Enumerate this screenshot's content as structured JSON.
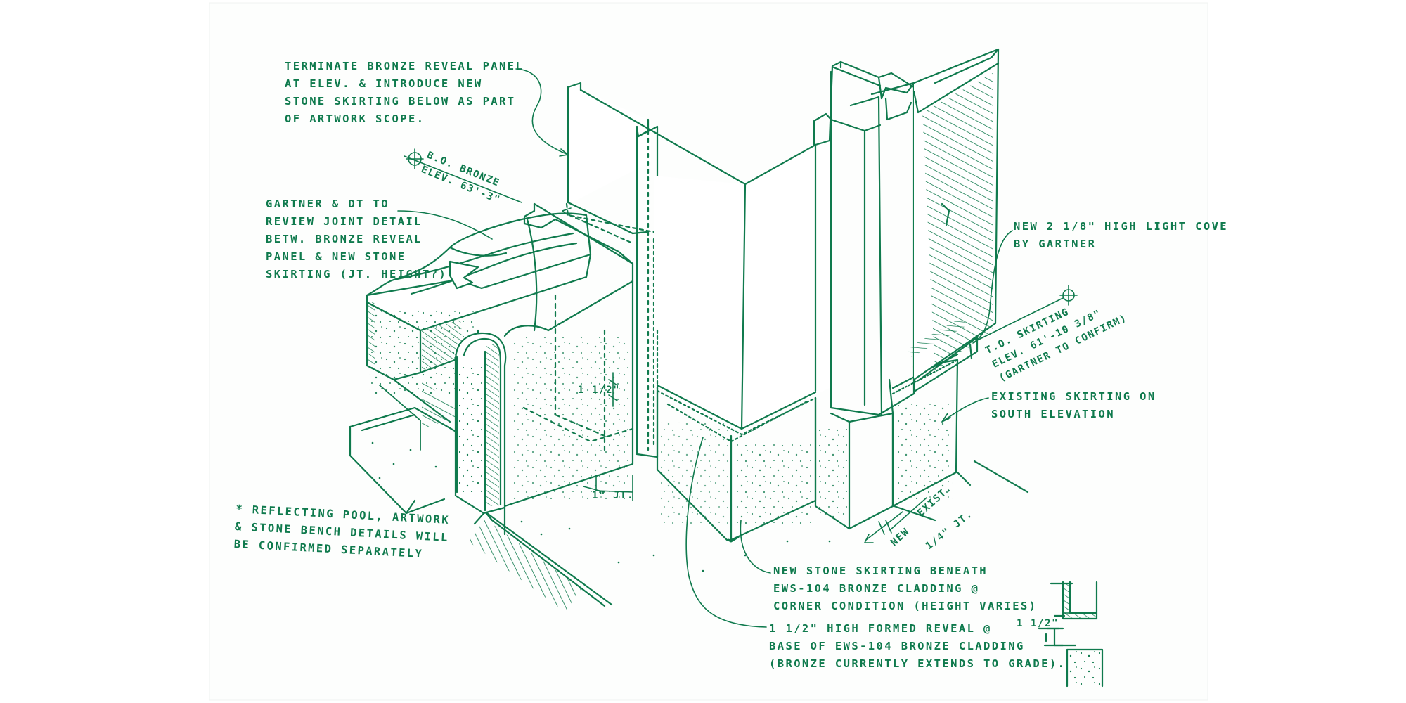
{
  "colors": {
    "ink": "#0f7a4d",
    "paper": "#ffffff",
    "sheet": "#fdfefd"
  },
  "notes": {
    "terminate": [
      "TERMINATE BRONZE REVEAL PANEL",
      "AT ELEV.        & INTRODUCE NEW",
      "STONE SKIRTING BELOW AS PART",
      "OF ARTWORK SCOPE."
    ],
    "bo_bronze": [
      "B.O. BRONZE",
      "ELEV. 63'-3\""
    ],
    "gartner_review": [
      "GARTNER & DT TO",
      "REVIEW JOINT DETAIL",
      "BETW. BRONZE REVEAL",
      "PANEL & NEW STONE",
      "SKIRTING (JT. HEIGHT?)"
    ],
    "light_cove": [
      "NEW 2 1/8\" HIGH LIGHT COVE",
      "BY GARTNER"
    ],
    "to_skirting": [
      "T.O. SKIRTING",
      "ELEV. 61'-10 3/8\"",
      "(GARTNER TO CONFIRM)"
    ],
    "existing_skirting": [
      "EXISTING SKIRTING ON",
      "SOUTH ELEVATION"
    ],
    "reflecting_pool": [
      "* REFLECTING POOL, ARTWORK",
      "& STONE BENCH DETAILS WILL",
      "BE CONFIRMED SEPARATELY"
    ],
    "new_stone": [
      "NEW STONE SKIRTING BENEATH",
      "EWS-104 BRONZE CLADDING @",
      "CORNER CONDITION (HEIGHT VARIES)"
    ],
    "formed_reveal": [
      "1 1/2\" HIGH FORMED REVEAL @",
      "BASE OF EWS-104 BRONZE CLADDING",
      "(BRONZE CURRENTLY EXTENDS TO GRADE)."
    ],
    "dim_reveal": "1 1/2\"",
    "dim_joint": "1\" JT.",
    "dim_new": "NEW",
    "dim_exist": "EXIST.",
    "dim_quarter_jt": "1/4\" JT.",
    "dim_detail": "1 1/2\""
  }
}
